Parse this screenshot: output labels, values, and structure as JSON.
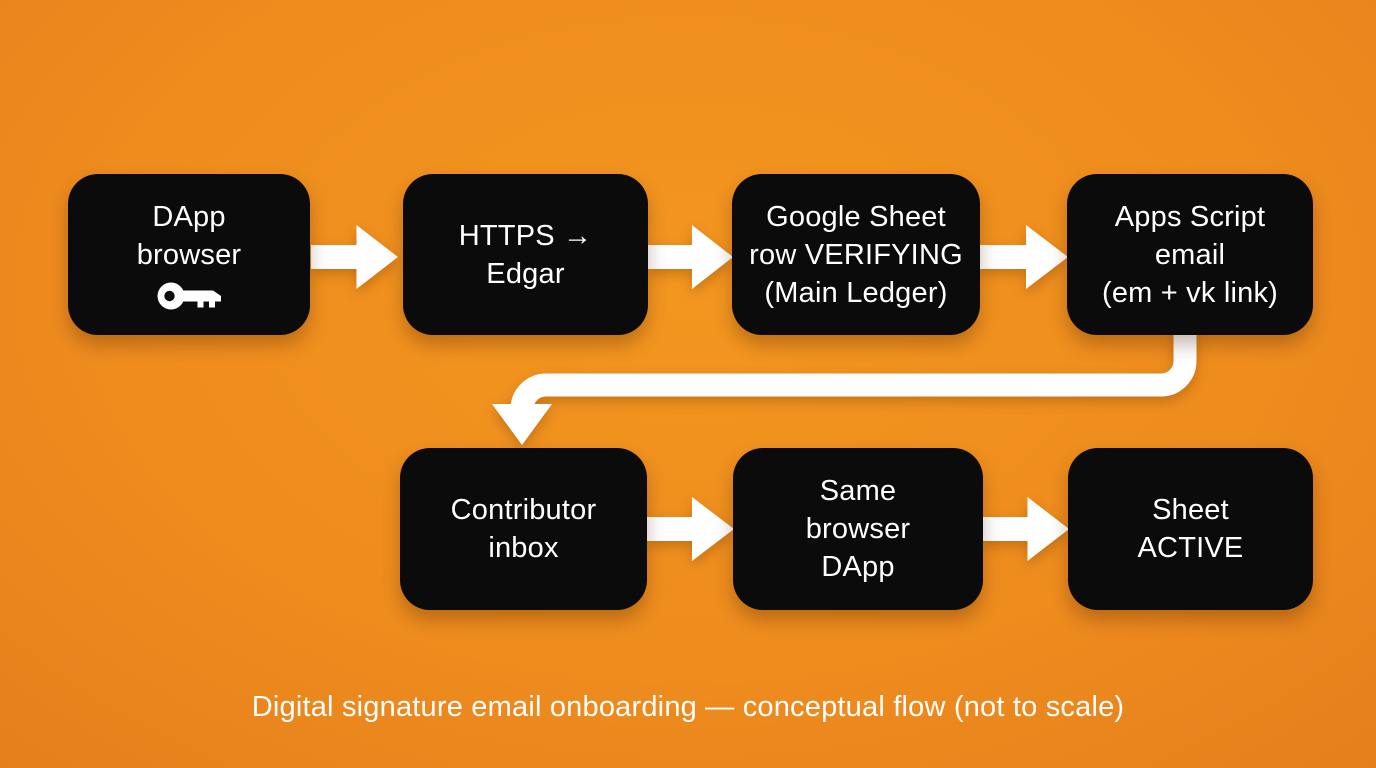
{
  "diagram": {
    "caption": "Digital signature email onboarding — conceptual flow (not to scale)",
    "colors": {
      "background_center": "#f3961f",
      "background_edge": "#df781a",
      "node_fill": "#0b0b0b",
      "node_text": "#ffffff",
      "arrow_fill": "#ffffff"
    },
    "nodes": [
      {
        "id": "dapp-browser",
        "label": "DApp\nbrowser",
        "icon": "key-icon",
        "row": 1
      },
      {
        "id": "https-edgar",
        "label": "HTTPS →\nEdgar",
        "row": 1
      },
      {
        "id": "sheet-verifying",
        "label": "Google Sheet\nrow VERIFYING\n(Main Ledger)",
        "row": 1
      },
      {
        "id": "apps-script-email",
        "label": "Apps Script\nemail\n(em + vk link)",
        "row": 1
      },
      {
        "id": "contributor-inbox",
        "label": "Contributor\ninbox",
        "row": 2
      },
      {
        "id": "same-browser-dapp",
        "label": "Same\nbrowser\nDApp",
        "row": 2
      },
      {
        "id": "sheet-active",
        "label": "Sheet\nACTIVE",
        "row": 2
      }
    ],
    "edges": [
      {
        "from": "dapp-browser",
        "to": "https-edgar",
        "style": "straight-right"
      },
      {
        "from": "https-edgar",
        "to": "sheet-verifying",
        "style": "straight-right"
      },
      {
        "from": "sheet-verifying",
        "to": "apps-script-email",
        "style": "straight-right"
      },
      {
        "from": "apps-script-email",
        "to": "contributor-inbox",
        "style": "elbow-down-left-down"
      },
      {
        "from": "contributor-inbox",
        "to": "same-browser-dapp",
        "style": "straight-right"
      },
      {
        "from": "same-browser-dapp",
        "to": "sheet-active",
        "style": "straight-right"
      }
    ]
  }
}
